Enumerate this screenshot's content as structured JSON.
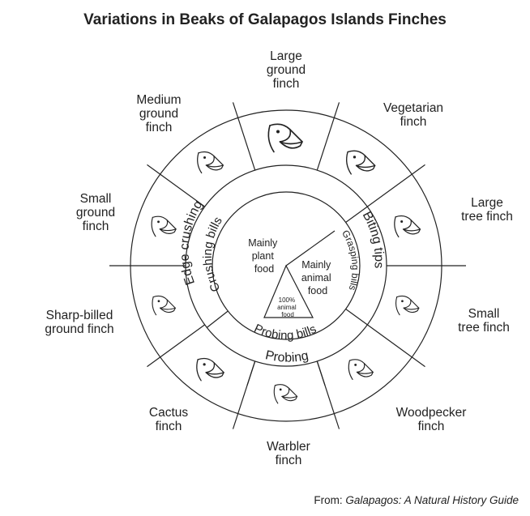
{
  "title": "Variations in Beaks of Galapagos Islands Finches",
  "finches": [
    {
      "id": "large-ground",
      "lines": [
        "Large",
        "ground",
        "finch"
      ]
    },
    {
      "id": "vegetarian",
      "lines": [
        "Vegetarian",
        "finch"
      ]
    },
    {
      "id": "large-tree",
      "lines": [
        "Large",
        "tree finch"
      ]
    },
    {
      "id": "small-tree",
      "lines": [
        "Small",
        "tree finch"
      ]
    },
    {
      "id": "woodpecker",
      "lines": [
        "Woodpecker",
        "finch"
      ]
    },
    {
      "id": "warbler",
      "lines": [
        "Warbler",
        "finch"
      ]
    },
    {
      "id": "cactus",
      "lines": [
        "Cactus",
        "finch"
      ]
    },
    {
      "id": "sharp-billed-ground",
      "lines": [
        "Sharp-billed",
        "ground finch"
      ]
    },
    {
      "id": "small-ground",
      "lines": [
        "Small",
        "ground",
        "finch"
      ]
    },
    {
      "id": "medium-ground",
      "lines": [
        "Medium",
        "ground",
        "finch"
      ]
    }
  ],
  "bands": {
    "edge_crushing": "Edge crushing",
    "biting_tips": "Biting tips",
    "probing": "Probing",
    "crushing_bills": "Crushing bills",
    "grasping_bills": "Grasping bills",
    "probing_bills": "Probing bills"
  },
  "center": {
    "plant": [
      "Mainly",
      "plant",
      "food"
    ],
    "animal": [
      "Mainly",
      "animal",
      "food"
    ],
    "all_animal": [
      "100%",
      "animal",
      "food"
    ]
  },
  "source": {
    "prefix": "From: ",
    "work": "Galapagos: A Natural History Guide"
  }
}
